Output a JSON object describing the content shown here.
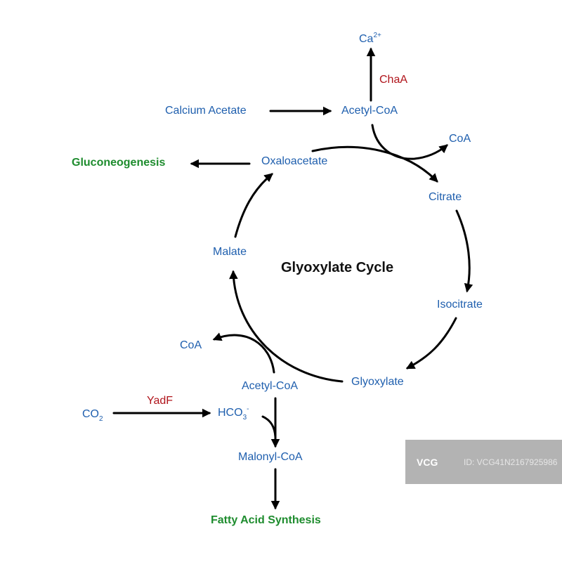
{
  "diagram": {
    "title": "Glyoxylate Cycle",
    "colors": {
      "metabolite": "#1f5fae",
      "enzyme": "#b0141b",
      "pathway": "#1e8c2e",
      "arrow": "#000000"
    },
    "nodes": {
      "ca": {
        "base": "Ca",
        "sup": "2+"
      },
      "chaa": "ChaA",
      "calcium_acetate": "Calcium Acetate",
      "acetyl_coa_top": "Acetyl-CoA",
      "coa_top": "CoA",
      "gluconeogenesis": "Gluconeogenesis",
      "oxaloacetate": "Oxaloacetate",
      "citrate": "Citrate",
      "malate": "Malate",
      "isocitrate": "Isocitrate",
      "coa_bottom": "CoA",
      "glyoxylate": "Glyoxylate",
      "acetyl_coa_bottom": "Acetyl-CoA",
      "yadf": "YadF",
      "co2": {
        "base": "CO",
        "sub": "2"
      },
      "hco3": {
        "base": "HCO",
        "sub": "3",
        "sup": "-"
      },
      "malonyl_coa": "Malonyl-CoA",
      "fatty_acid_synthesis": "Fatty Acid Synthesis"
    },
    "edges": [
      {
        "from": "Calcium Acetate",
        "to": "Acetyl-CoA"
      },
      {
        "from": "Acetyl-CoA",
        "to": "Ca2+",
        "enzyme": "ChaA"
      },
      {
        "from": "Acetyl-CoA",
        "to": "CoA"
      },
      {
        "from": "Oxaloacetate",
        "to": "Citrate"
      },
      {
        "from": "Oxaloacetate",
        "to": "Gluconeogenesis"
      },
      {
        "from": "Citrate",
        "to": "Isocitrate"
      },
      {
        "from": "Isocitrate",
        "to": "Glyoxylate"
      },
      {
        "from": "Glyoxylate",
        "to": "Malate"
      },
      {
        "from": "Acetyl-CoA",
        "to": "CoA"
      },
      {
        "from": "Malate",
        "to": "Oxaloacetate"
      },
      {
        "from": "CO2",
        "to": "HCO3-",
        "enzyme": "YadF"
      },
      {
        "from": "Acetyl-CoA",
        "to": "Malonyl-CoA"
      },
      {
        "from": "HCO3-",
        "to": "Malonyl-CoA"
      },
      {
        "from": "Malonyl-CoA",
        "to": "Fatty Acid Synthesis"
      }
    ]
  },
  "watermark": {
    "logo": "VCG",
    "id_text": "ID: VCG41N2167925986"
  }
}
